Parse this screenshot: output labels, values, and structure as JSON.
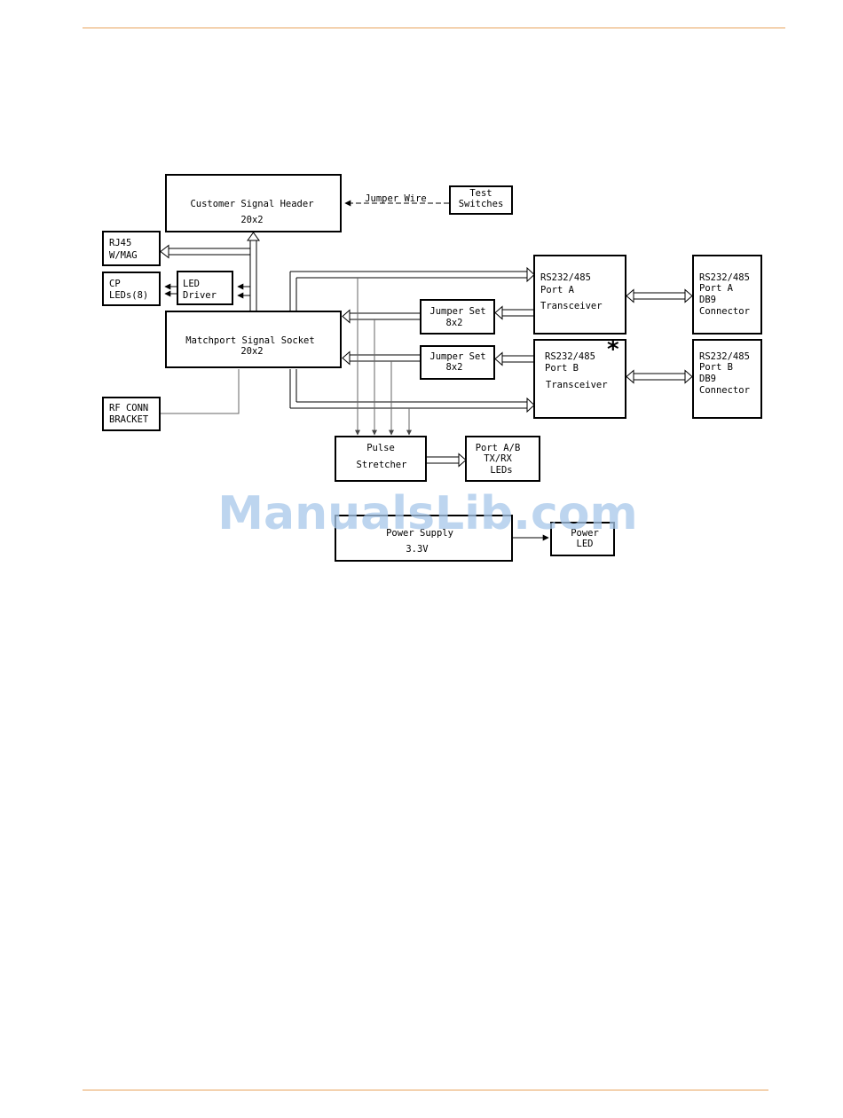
{
  "watermark": "ManualsLib.com",
  "blocks": {
    "customer_header": [
      "Customer Signal Header",
      "20x2"
    ],
    "jumper_wire": "Jumper Wire",
    "test_switches": [
      "Test",
      "Switches"
    ],
    "rj45": [
      "RJ45",
      "W/MAG"
    ],
    "cp_leds": [
      "CP",
      "LEDs(8)"
    ],
    "led_driver": [
      "LED",
      "Driver"
    ],
    "matchport_socket": [
      "Matchport Signal Socket",
      "20x2"
    ],
    "jumper_set_a": [
      "Jumper Set",
      "8x2"
    ],
    "jumper_set_b": [
      "Jumper Set",
      "8x2"
    ],
    "port_a_transceiver": [
      "RS232/485",
      "Port A",
      "Transceiver"
    ],
    "port_b_transceiver": [
      "RS232/485",
      "Port B",
      "Transceiver"
    ],
    "port_b_note": "*",
    "port_a_db9": [
      "RS232/485",
      "Port A",
      "DB9",
      "Connector"
    ],
    "port_b_db9": [
      "RS232/485",
      "Port B",
      "DB9",
      "Connector"
    ],
    "rf_conn": [
      "RF CONN",
      "BRACKET"
    ],
    "pulse_stretcher": [
      "Pulse",
      "Stretcher"
    ],
    "port_ab_leds": [
      "Port A/B",
      "TX/RX",
      "LEDs"
    ],
    "power_supply": [
      "Power Supply",
      "3.3V"
    ],
    "power_led": [
      "Power",
      "LED"
    ]
  }
}
